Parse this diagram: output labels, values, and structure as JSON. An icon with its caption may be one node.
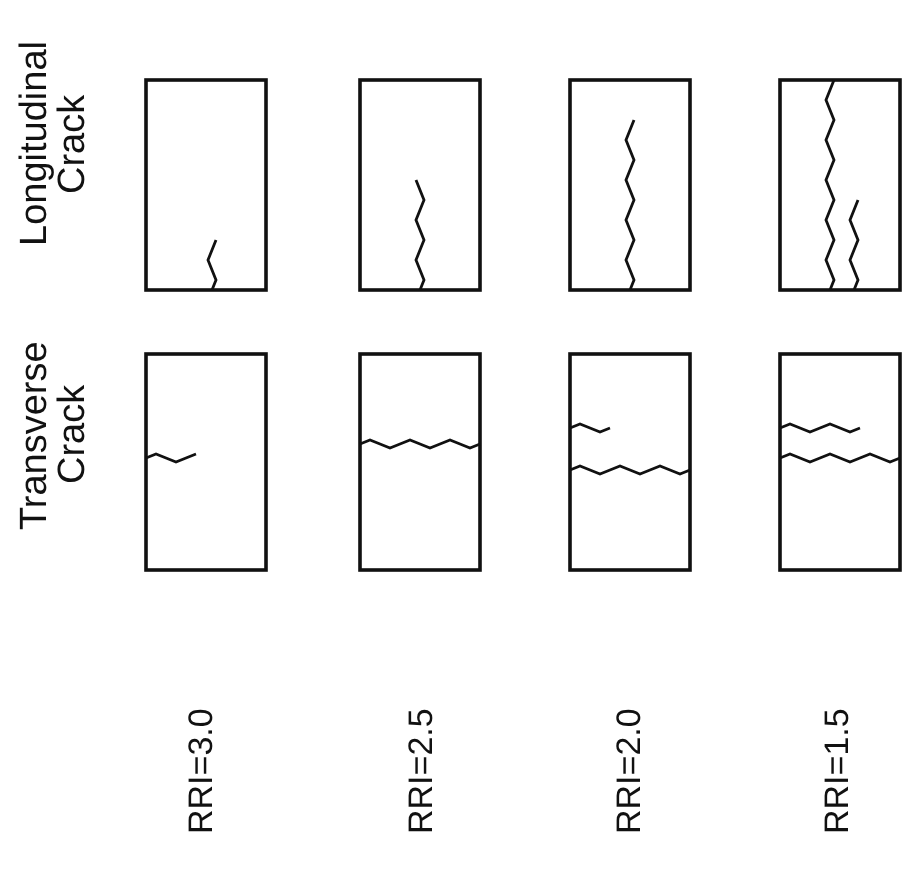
{
  "diagram": {
    "labels": [
      "Longitudinal Crack",
      "Transverse Crack",
      "RRI=3.0",
      "RRI=2.5",
      "RRI=2.0",
      "RRI=1.5"
    ]
  }
}
